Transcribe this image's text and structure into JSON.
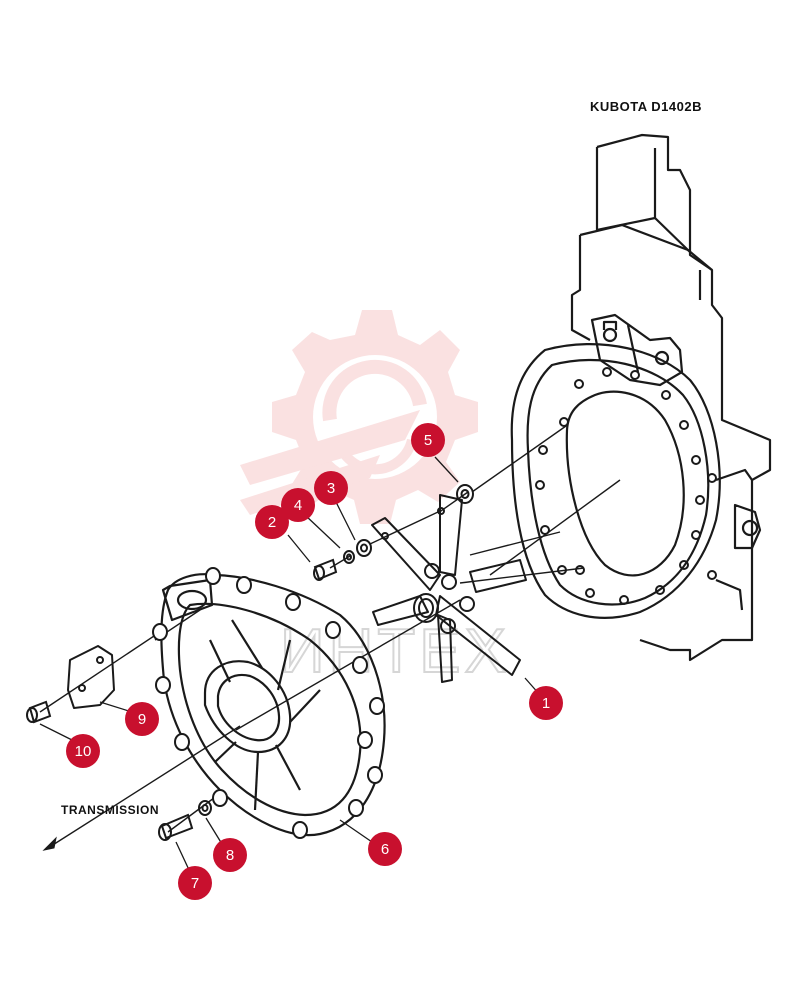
{
  "engine_label": "KUBOTA D1402B",
  "transmission_label": "TRANSMISSION",
  "watermark_text": "ИНТЕХ",
  "colors": {
    "callout": "#c8102e",
    "watermark": "#f6c9c9",
    "line": "#1a1a1a"
  },
  "callouts": [
    {
      "id": "1",
      "text": "1"
    },
    {
      "id": "2",
      "text": "2"
    },
    {
      "id": "3",
      "text": "3"
    },
    {
      "id": "4",
      "text": "4"
    },
    {
      "id": "5",
      "text": "5"
    },
    {
      "id": "6",
      "text": "6"
    },
    {
      "id": "7",
      "text": "7"
    },
    {
      "id": "8",
      "text": "8"
    },
    {
      "id": "9",
      "text": "9"
    },
    {
      "id": "10",
      "text": "10"
    }
  ]
}
